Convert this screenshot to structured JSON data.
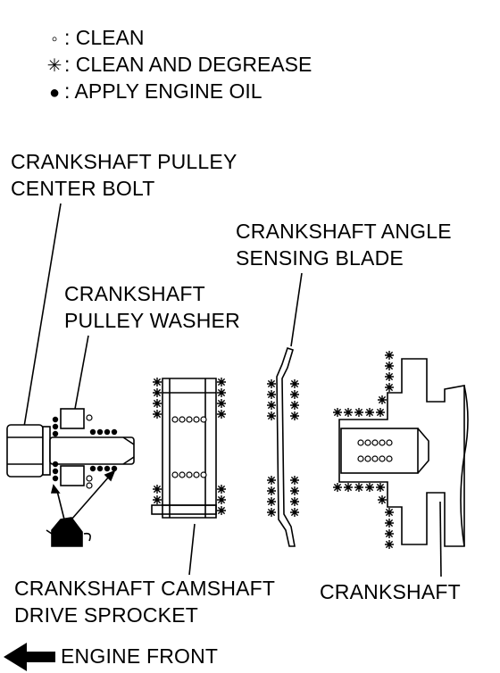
{
  "legend": [
    {
      "icon": "open-circle-icon",
      "symbol": "◦",
      "text": ": CLEAN"
    },
    {
      "icon": "asterisk-icon",
      "symbol": "✳",
      "text": ": CLEAN AND DEGREASE"
    },
    {
      "icon": "filled-dot-icon",
      "symbol": "●",
      "text": ": APPLY ENGINE OIL"
    }
  ],
  "labels": {
    "center_bolt": [
      "CRANKSHAFT PULLEY",
      "CENTER BOLT"
    ],
    "pulley_washer": [
      "CRANKSHAFT",
      "PULLEY WASHER"
    ],
    "sensing_blade": [
      "CRANKSHAFT ANGLE",
      "SENSING BLADE"
    ],
    "sprocket": [
      "CRANKSHAFT CAMSHAFT",
      "DRIVE SPROCKET"
    ],
    "crankshaft": "CRANKSHAFT",
    "engine_front": "ENGINE FRONT"
  }
}
